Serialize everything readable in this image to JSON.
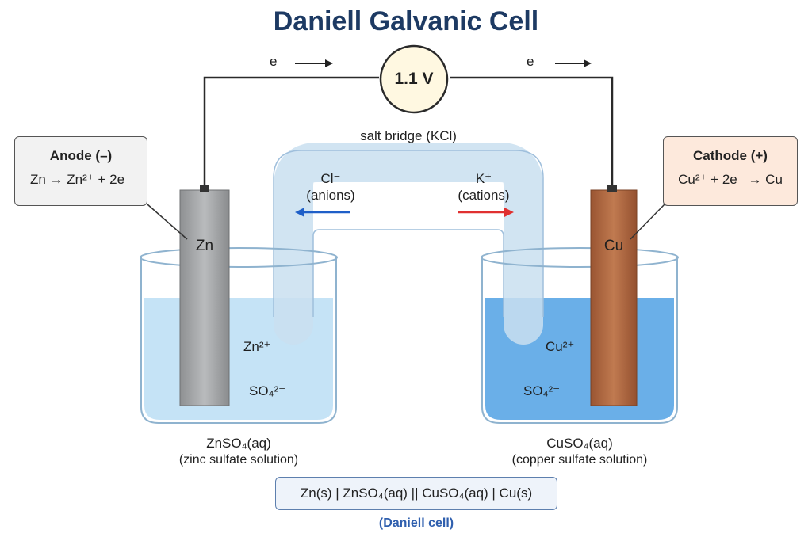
{
  "title": "Daniell Galvanic Cell",
  "voltmeter": {
    "reading": "1.1 V"
  },
  "electron_flow": {
    "left_label": "e⁻",
    "right_label": "e⁻"
  },
  "salt_bridge": {
    "label": "salt bridge (KCl)",
    "anion": {
      "ion": "Cl⁻",
      "desc": "(anions)",
      "arrow_color": "#1f5fc8"
    },
    "cation": {
      "ion": "K⁺",
      "desc": "(cations)",
      "arrow_color": "#e03030"
    }
  },
  "anode": {
    "title": "Anode (–)",
    "equation": "Zn → Zn²⁺ + 2e⁻",
    "electrode": "Zn",
    "electrode_color": "#a9abad",
    "ion_cation": "Zn²⁺",
    "ion_anion": "SO₄²⁻",
    "solution": "ZnSO₄(aq)",
    "solution_desc": "(zinc sulfate solution)",
    "solution_color": "#bfe0f5"
  },
  "cathode": {
    "title": "Cathode (+)",
    "equation": "Cu²⁺ + 2e⁻ → Cu",
    "electrode": "Cu",
    "electrode_color": "#b4683f",
    "ion_cation": "Cu²⁺",
    "ion_anion": "SO₄²⁻",
    "solution": "CuSO₄(aq)",
    "solution_desc": "(copper sulfate solution)",
    "solution_color": "#5aa6e6"
  },
  "cell_notation": "Zn(s) | ZnSO₄(aq) || CuSO₄(aq) | Cu(s)",
  "cell_notation_label": "(Daniell cell)"
}
